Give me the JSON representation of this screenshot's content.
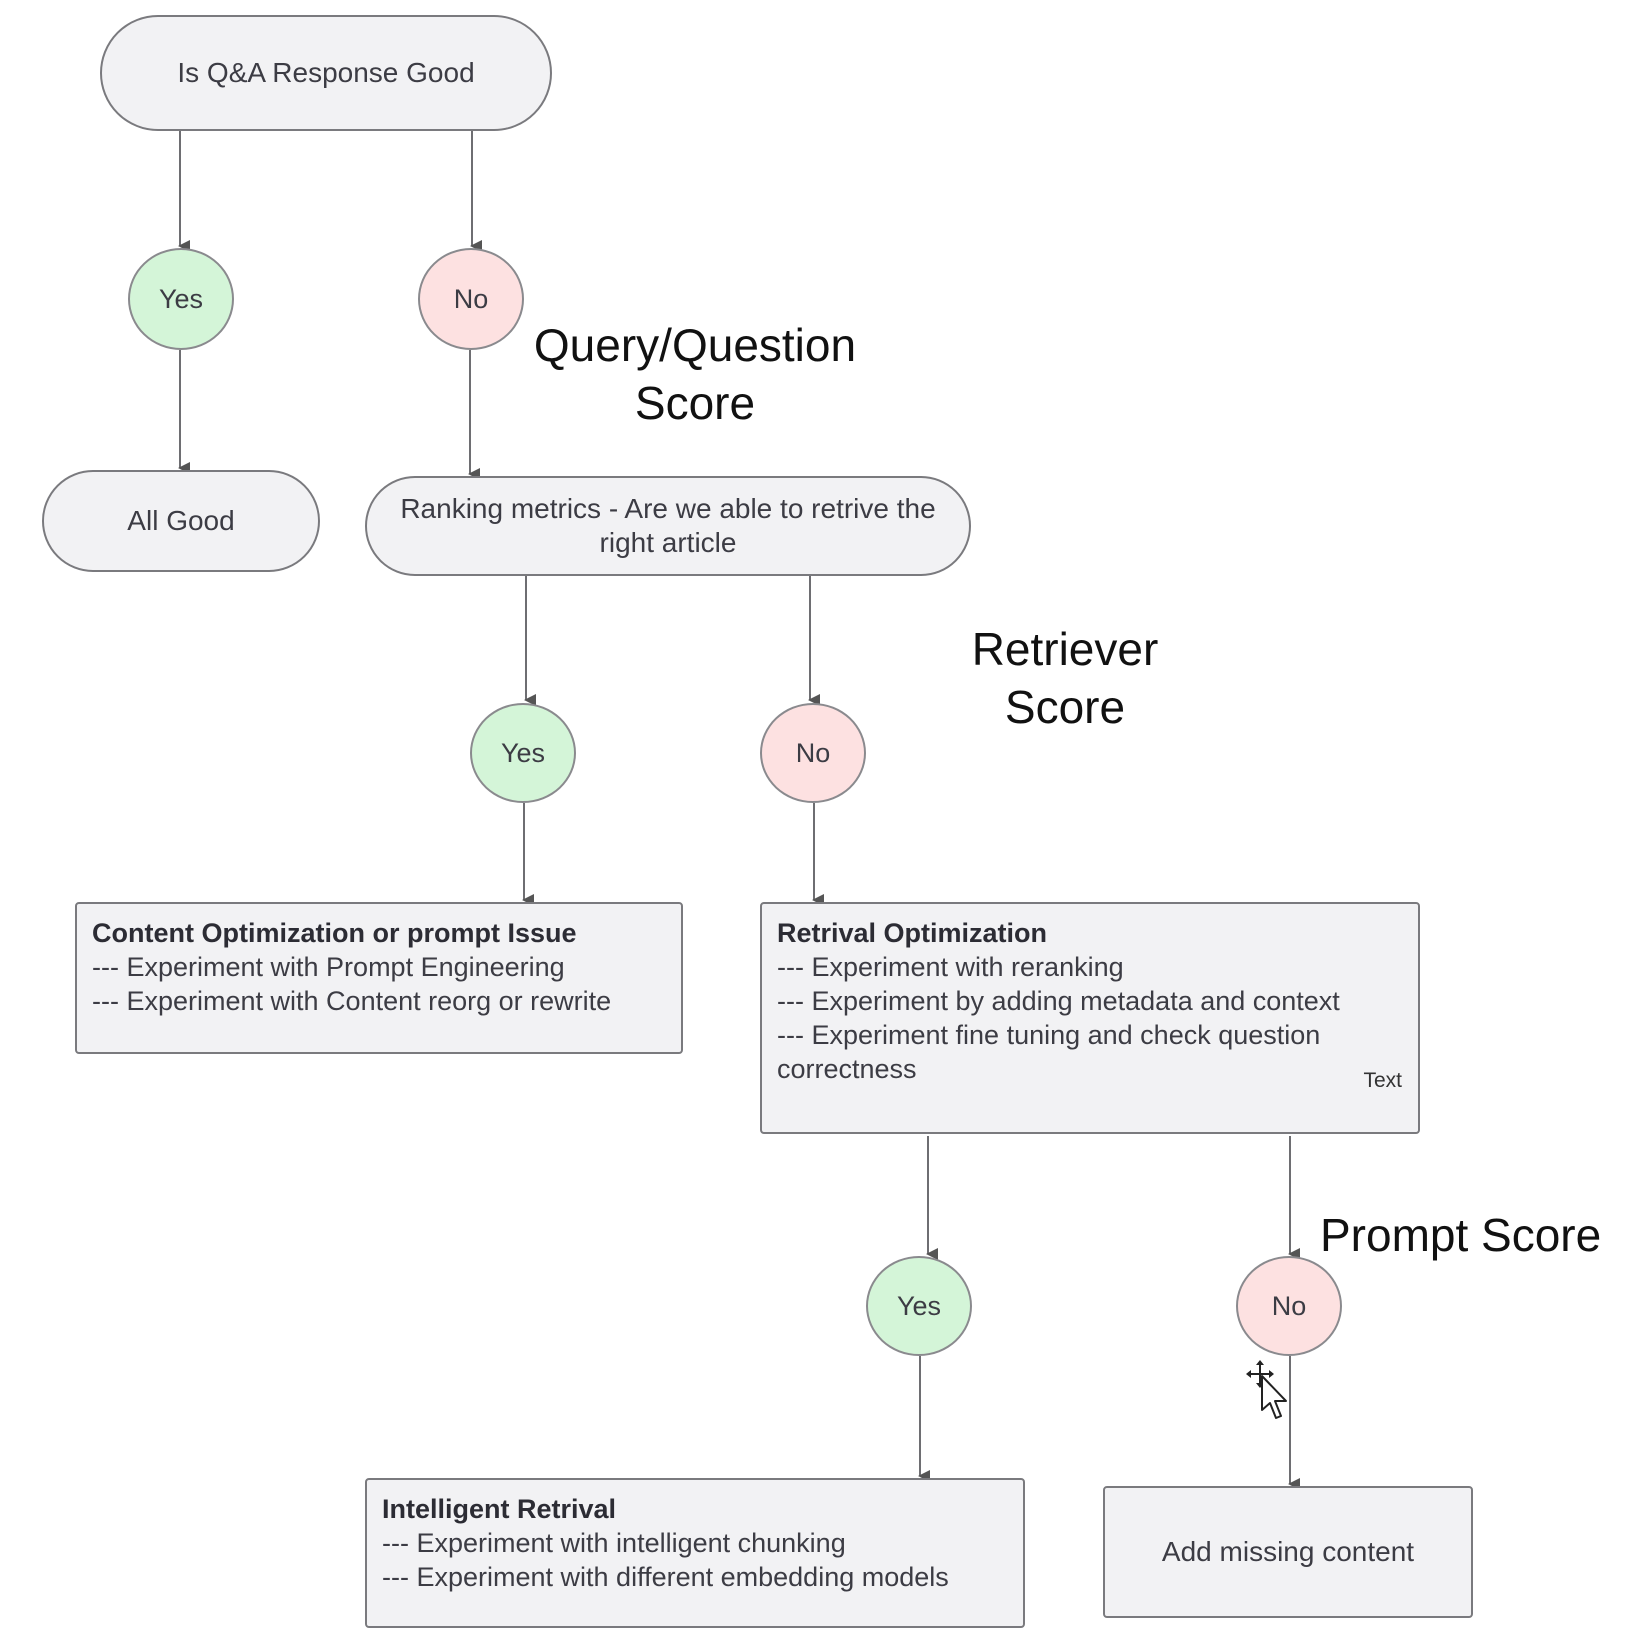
{
  "root": {
    "text": "Is Q&A Response Good"
  },
  "level1": {
    "yes": "Yes",
    "no": "No",
    "yes_result": "All Good",
    "no_result_line1": "Ranking metrics - Are we able to retrive the",
    "no_result_line2": "right article",
    "score_label_line1": "Query/Question",
    "score_label_line2": "Score"
  },
  "level2": {
    "yes": "Yes",
    "no": "No",
    "score_label_line1": "Retriever",
    "score_label_line2": "Score",
    "content_box": {
      "title": "Content Optimization or prompt Issue",
      "lines": [
        "--- Experiment with Prompt Engineering",
        "--- Experiment with Content reorg or rewrite"
      ]
    },
    "retrival_box": {
      "title": "Retrival Optimization",
      "lines": [
        "--- Experiment with reranking",
        "--- Experiment by adding metadata and context",
        "--- Experiment fine tuning and check question correctness"
      ],
      "tag": "Text"
    }
  },
  "level3": {
    "yes": "Yes",
    "no": "No",
    "score_label": "Prompt Score",
    "intelligent_box": {
      "title": "Intelligent Retrival",
      "lines": [
        "--- Experiment with intelligent chunking",
        "--- Experiment with different embedding models"
      ]
    },
    "missing_box": "Add missing content"
  },
  "colors": {
    "yes_fill": "#d4f5d8",
    "no_fill": "#fde1e1",
    "node_fill": "#f2f2f4",
    "stroke": "#7a7a7e"
  }
}
